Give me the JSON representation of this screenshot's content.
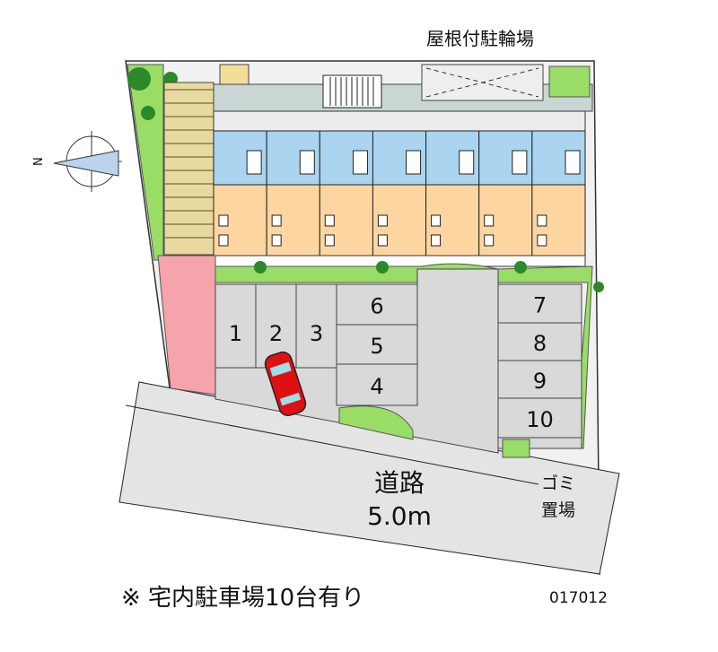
{
  "labels": {
    "bike_shed": "屋根付駐輪場",
    "road_name": "道路",
    "road_width": "5.0m",
    "garbage_line1": "ゴミ",
    "garbage_line2": "置場",
    "note": "※ 宅内駐車場10台有り",
    "code": "017012",
    "compass_n": "N"
  },
  "parking_slots": [
    "1",
    "2",
    "3",
    "4",
    "5",
    "6",
    "7",
    "8",
    "9",
    "10"
  ],
  "units_count": 7,
  "colors": {
    "grass": "#99dd66",
    "pink": "#f4a4aa",
    "blue": "#aad4f0",
    "peach": "#fdd5a0",
    "gray": "#d9d9d9",
    "road": "#e4e4e4",
    "car": "#dd1111"
  }
}
